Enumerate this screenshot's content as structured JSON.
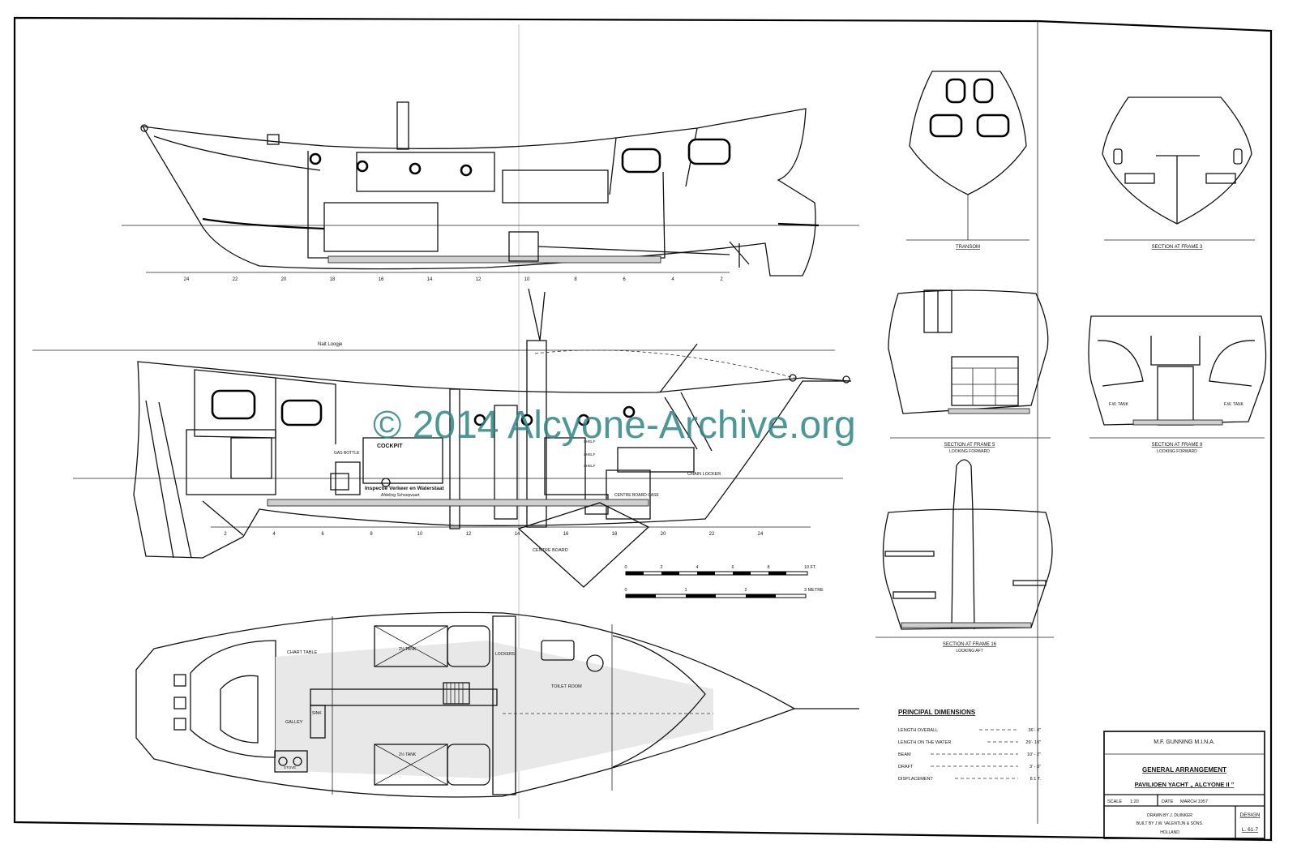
{
  "watermark": "© 2014 Alcyone-Archive.org",
  "profile_top": {
    "frame_numbers": [
      "24",
      "22",
      "20",
      "18",
      "16",
      "14",
      "12",
      "10",
      "8",
      "6",
      "4",
      "2"
    ]
  },
  "profile_section": {
    "frame_numbers": [
      "2",
      "4",
      "6",
      "8",
      "10",
      "12",
      "14",
      "16",
      "18",
      "20",
      "22",
      "24"
    ],
    "labels": {
      "note": "Nait Loogje",
      "cockpit": "COCKPIT",
      "gas_bottle": "GAS BOTTLE",
      "inspection_1": "Inspectie Verkeer en Waterstaat",
      "inspection_2": "Afdeling Scheepvaart",
      "chain_locker": "CHAIN LOCKER",
      "centre_board_case": "CENTRE BOARD CASE",
      "centre_board": "CENTRE BOARD",
      "shelf_1": "SHELF",
      "shelf_2": "SHELF",
      "shelf_3": "SHELF"
    }
  },
  "scales": {
    "feet_ticks": [
      "0",
      "2",
      "4",
      "6",
      "8",
      "10 FT."
    ],
    "metre_ticks": [
      "0",
      "1",
      "2",
      "3 METRE"
    ]
  },
  "plan": {
    "chart_table": "CHART TABLE",
    "galley": "GALLEY",
    "sink": "SINK",
    "stove": "STOVE",
    "tank_1": "2½ TANK",
    "tank_2": "2½ TANK",
    "lockers": "LOCKERS",
    "toilet_room": "TOILET ROOM"
  },
  "sections": {
    "transom": "TRANSOM",
    "frame3": "SECTION AT FRAME 3",
    "frame5": "SECTION AT FRAME 5",
    "frame5_sub": "LOOKING FORWARD",
    "frame9": "SECTION AT FRAME 9",
    "frame9_sub": "LOOKING FORWARD",
    "frame16": "SECTION AT FRAME 16",
    "frame16_sub": "LOOKING AFT",
    "tank_left": "F.W. TANK",
    "tank_right": "F.W. TANK"
  },
  "dimensions": {
    "title": "PRINCIPAL DIMENSIONS",
    "rows": [
      {
        "label": "LENGTH OVERALL",
        "value": "36'- 0\""
      },
      {
        "label": "LENGTH ON THE WATER",
        "value": "29'- 10\""
      },
      {
        "label": "BEAM",
        "value": "10' - 2\""
      },
      {
        "label": "DRAFT",
        "value": "3' - 8\""
      },
      {
        "label": "DISPLACEMENT",
        "value": "8.1 T."
      }
    ]
  },
  "title_block": {
    "designer": "M.F. GUNNING M.I.N.A.",
    "drawing_title": "GENERAL ARRANGEMENT",
    "vessel": "PAVILIOEN YACHT „ ALCYONE II ”",
    "scale_label": "SCALE",
    "scale_value": "1:20",
    "date_label": "DATE",
    "date_value": "MARCH 1957",
    "drawn_by": "DRAWN BY J. DUINKER",
    "built_by": "BUILT BY J.W. VALENTIJN & SONS.",
    "country": "HOLLAND",
    "design_label": "DESIGN",
    "design_number": "L. 61-7"
  }
}
